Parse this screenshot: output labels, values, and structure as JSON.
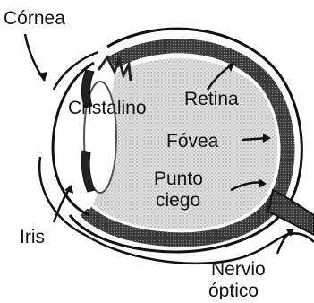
{
  "labels": {
    "cornea": "Córnea",
    "cristalino": "Cristalino",
    "retina": "Retina",
    "fovea": "Fóvea",
    "punto_line1": "Punto",
    "punto_line2": "ciego",
    "iris": "Iris",
    "nervio_line1": "Nervio",
    "nervio_line2": "óptico"
  },
  "colors": {
    "ink": "#111111",
    "paper": "#ffffff",
    "vitreous": "#cfcfcf",
    "lens_edge": "#555555"
  }
}
